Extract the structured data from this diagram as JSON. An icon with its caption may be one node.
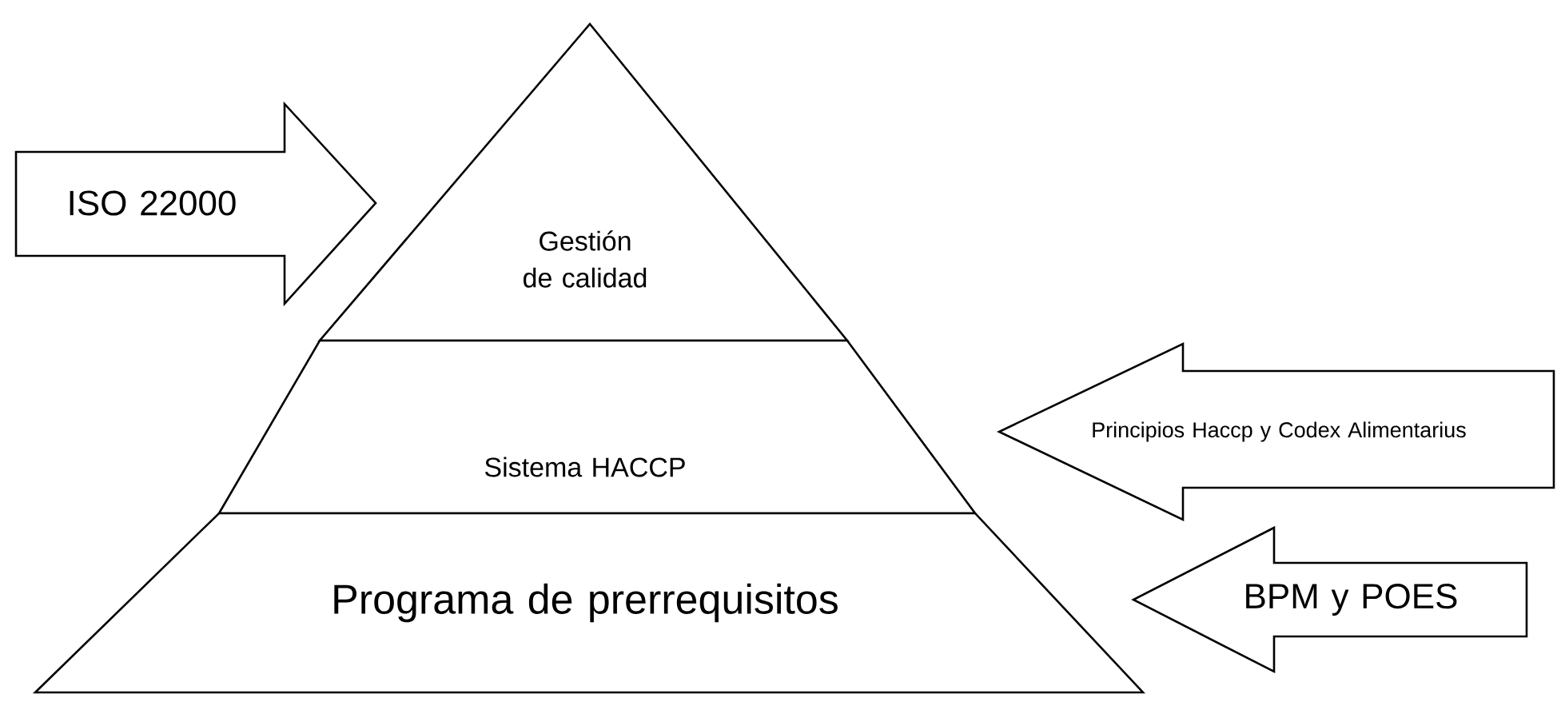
{
  "diagram": {
    "nodes": [
      {
        "text": [
          "Gestión de calidad"
        ]
      },
      {
        "text": [
          "Sistema HACCP"
        ]
      },
      {
        "text": [
          "Programa de prerrequisitos"
        ]
      },
      {
        "text": [
          "ISO 22000"
        ]
      },
      {
        "text": [
          "Principios Haccp y Codex Alimentarius"
        ]
      },
      {
        "text": [
          "BPM y POES"
        ]
      }
    ]
  }
}
